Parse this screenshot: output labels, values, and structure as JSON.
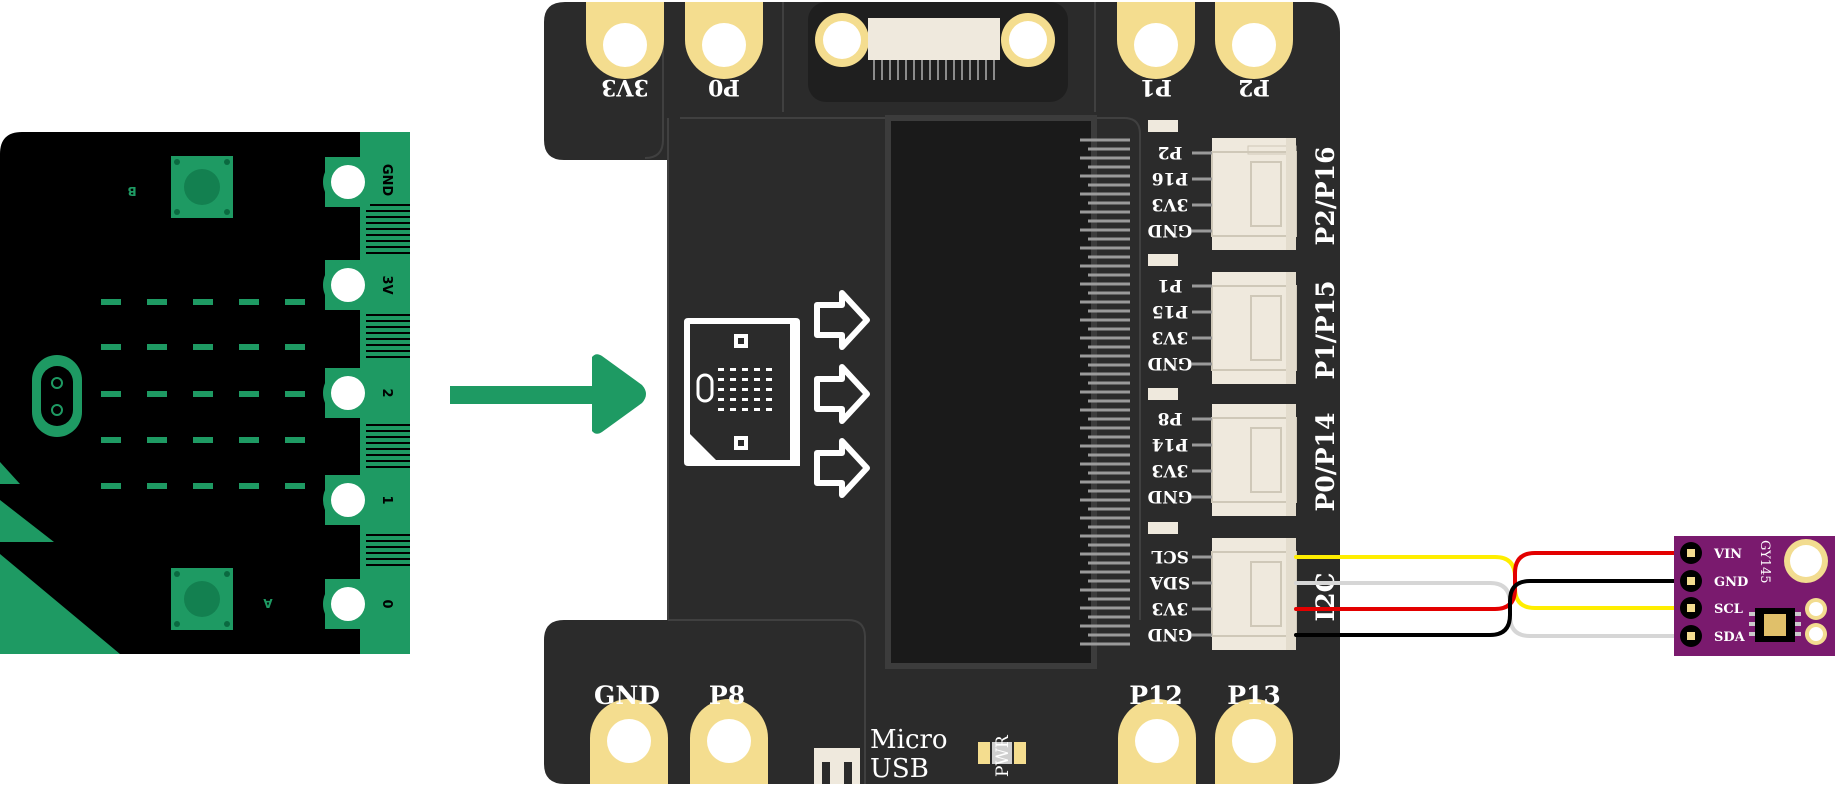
{
  "microbit": {
    "button_labels": {
      "b": "B",
      "a": "A"
    },
    "edge_labels": [
      "GND",
      "3V",
      "2",
      "1",
      "0"
    ]
  },
  "board": {
    "top_pads": [
      "3V3",
      "P0",
      "P1",
      "P2"
    ],
    "bottom_pads": [
      "GND",
      "P8",
      "P12",
      "P13"
    ],
    "usb_label_line1": "Micro",
    "usb_label_line2": "USB",
    "pwr_label": "PWR",
    "connectors": [
      {
        "title": "P2/P16",
        "pins": [
          "P2",
          "P16",
          "3V3",
          "GND"
        ]
      },
      {
        "title": "P1/P15",
        "pins": [
          "P1",
          "P15",
          "3V3",
          "GND"
        ]
      },
      {
        "title": "P0/P14",
        "pins": [
          "P8",
          "P14",
          "3V3",
          "GND"
        ]
      },
      {
        "title": "I2C",
        "pins": [
          "SCL",
          "SDA",
          "3V3",
          "GND"
        ]
      }
    ]
  },
  "sensor": {
    "name": "GY145",
    "pins": [
      "VIN",
      "GND",
      "SCL",
      "SDA"
    ]
  },
  "colors": {
    "board": "#2b2b2b",
    "pad": "#f4dd8f",
    "accent_green": "#1e9a63",
    "microbit_pcb": "#000000",
    "sensor_pcb": "#7a1a6e",
    "connector": "#efe9dd",
    "wire_yellow": "#ffee00",
    "wire_gray": "#d6d6d6",
    "wire_red": "#e30000",
    "wire_black": "#000000"
  }
}
